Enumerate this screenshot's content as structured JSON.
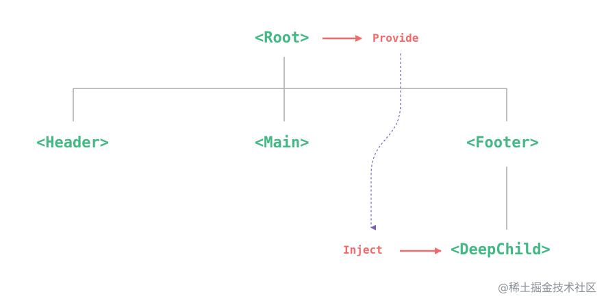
{
  "colors": {
    "component": "#42b883",
    "action": "#f26969",
    "tree_line": "#9a9a9a",
    "inject_path": "#7a5cc6",
    "watermark": "#8a8f98"
  },
  "nodes": {
    "root": "<Root>",
    "header": "<Header>",
    "main": "<Main>",
    "footer": "<Footer>",
    "deep_child": "<DeepChild>"
  },
  "actions": {
    "provide": "Provide",
    "inject": "Inject"
  },
  "watermark": "@稀土掘金技术社区"
}
